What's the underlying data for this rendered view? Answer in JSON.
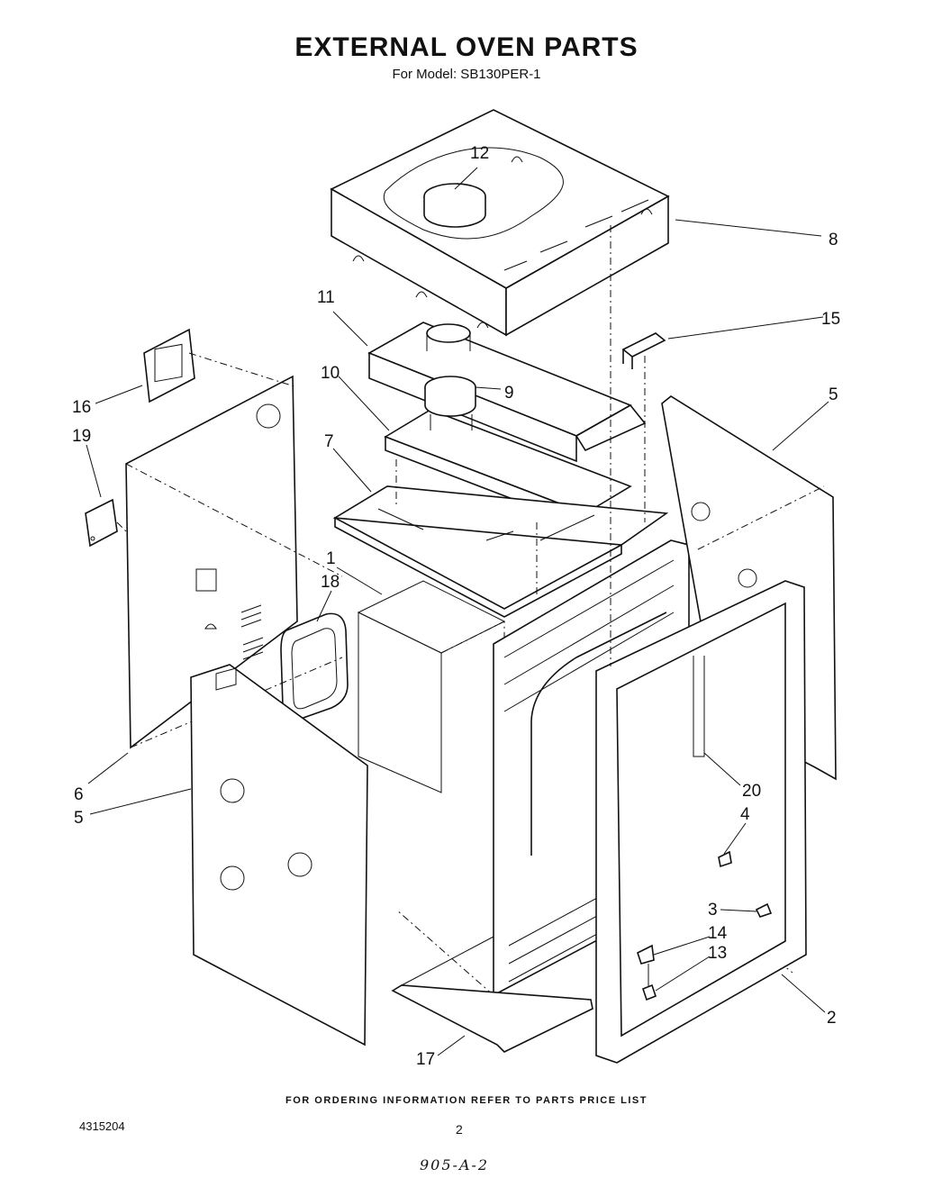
{
  "header": {
    "title": "EXTERNAL OVEN PARTS",
    "subtitle": "For Model: SB130PER-1"
  },
  "callouts": [
    "12",
    "8",
    "11",
    "15",
    "16",
    "10",
    "9",
    "5",
    "19",
    "7",
    "1",
    "18",
    "6",
    "5",
    "20",
    "4",
    "3",
    "14",
    "13",
    "2",
    "17"
  ],
  "footer": {
    "note": "FOR ORDERING INFORMATION REFER TO PARTS PRICE LIST",
    "doc_number": "4315204",
    "page_number": "2",
    "handwritten": "905-A-2"
  }
}
